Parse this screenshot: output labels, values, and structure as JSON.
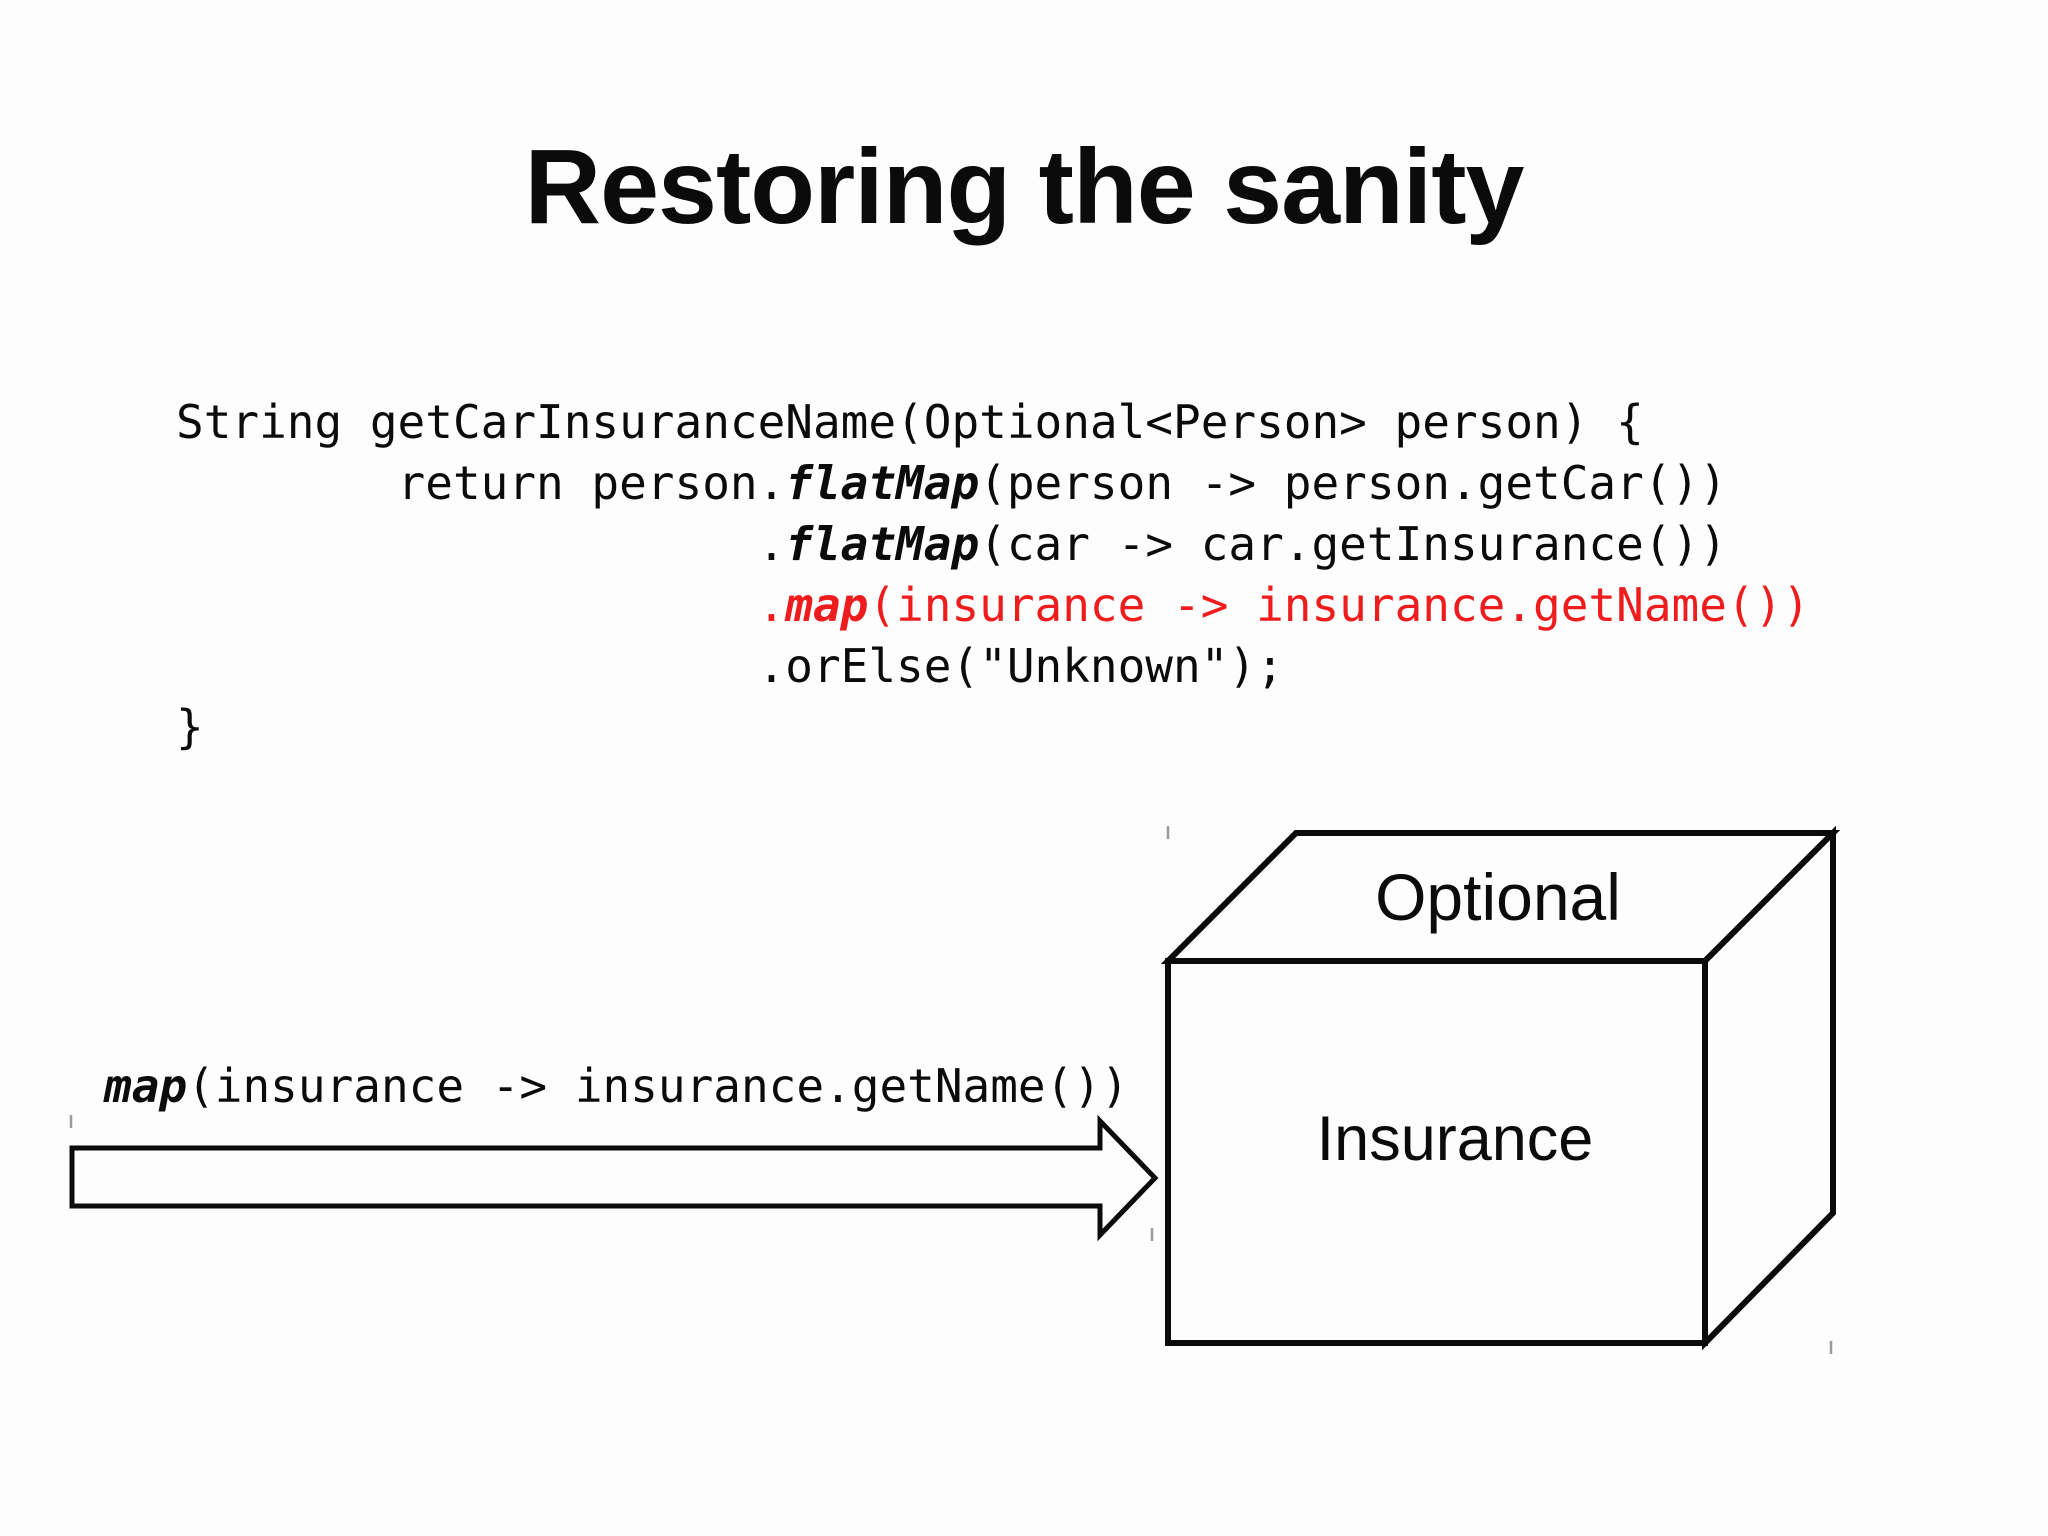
{
  "slide": {
    "title": "Restoring the sanity",
    "background_color": "#fdfdfd",
    "text_color": "#0b0b0b",
    "highlight_color": "#ee1c1c"
  },
  "code": {
    "lines": [
      {
        "color": "black",
        "segments": [
          {
            "text": "String getCarInsuranceName(Optional<Person> person) {",
            "emph": false
          }
        ]
      },
      {
        "color": "black",
        "segments": [
          {
            "text": "        return person.",
            "emph": false
          },
          {
            "text": "flatMap",
            "emph": true
          },
          {
            "text": "(person -> person.getCar())",
            "emph": false
          }
        ]
      },
      {
        "color": "black",
        "segments": [
          {
            "text": "                     .",
            "emph": false
          },
          {
            "text": "flatMap",
            "emph": true
          },
          {
            "text": "(car -> car.getInsurance())",
            "emph": false
          }
        ]
      },
      {
        "color": "red",
        "segments": [
          {
            "text": "                     .",
            "emph": false
          },
          {
            "text": "map",
            "emph": true
          },
          {
            "text": "(insurance -> insurance.getName())",
            "emph": false
          }
        ]
      },
      {
        "color": "black",
        "segments": [
          {
            "text": "                     .orElse(\"Unknown\");",
            "emph": false
          }
        ]
      },
      {
        "color": "black",
        "segments": [
          {
            "text": "}",
            "emph": false
          }
        ]
      }
    ]
  },
  "arrow_label": {
    "segments": [
      {
        "text": "map",
        "emph": true
      },
      {
        "text": "(insurance -> insurance.getName())",
        "emph": false
      }
    ]
  },
  "box": {
    "top_label": "Optional",
    "front_label": "Insurance"
  }
}
